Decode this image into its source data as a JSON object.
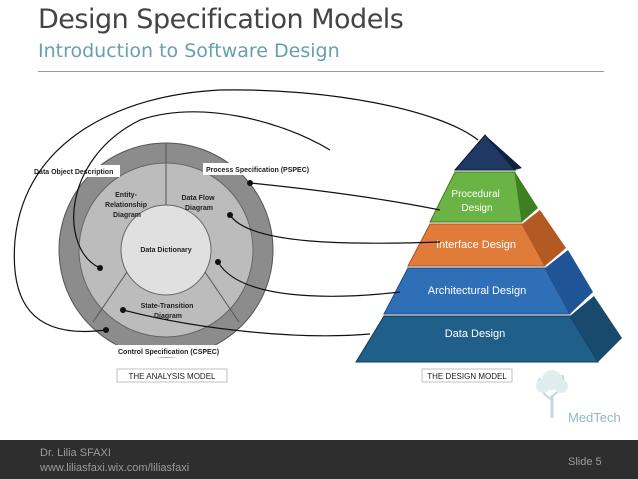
{
  "header": {
    "title": "Design Specification Models",
    "subtitle": "Introduction to Software Design"
  },
  "analysis_model": {
    "caption": "THE ANALYSIS MODEL",
    "labels": {
      "data_object_description": "Data Object Description",
      "process_specification": "Process Specification (PSPEC)",
      "control_specification": "Control Specification (CSPEC)",
      "entity_relationship": [
        "Entity-",
        "Relationship",
        "Diagram"
      ],
      "data_flow": [
        "Data Flow",
        "Diagram"
      ],
      "data_dictionary": "Data Dictionary",
      "state_transition": [
        "State-Transition",
        "Diagram"
      ]
    }
  },
  "design_model": {
    "caption": "THE DESIGN MODEL",
    "levels": {
      "procedural": [
        "Procedural",
        "Design"
      ],
      "interface": "Interface Design",
      "architectural": "Architectural Design",
      "data": "Data Design"
    }
  },
  "colors": {
    "ring_outer": "#8c8c8c",
    "ring_middle": "#bcbcbc",
    "ring_inner": "#e0e0e0",
    "tier_top": "#1f3864",
    "tier_procedural": "#6ab344",
    "tier_interface": "#e07b39",
    "tier_architectural": "#2f6fb8",
    "tier_data": "#1f5f8a",
    "accent": "#67a0ad"
  },
  "logo": {
    "text": "MedTech",
    "icon": "tree-icon"
  },
  "footer": {
    "author": "Dr. Lilia SFAXI",
    "url": "www.liliasfaxi.wix.com/liliasfaxi",
    "slide": "Slide 5"
  }
}
